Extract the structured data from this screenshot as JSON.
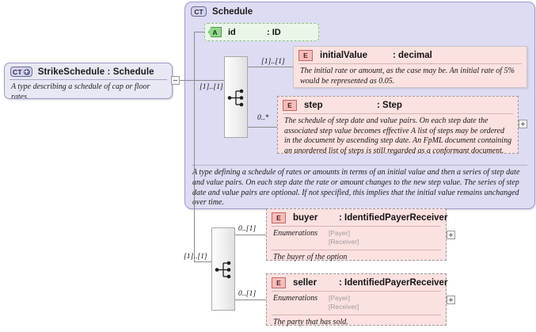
{
  "diagram": {
    "kind": "xsd-schema-diagram",
    "root": {
      "badge": "CT",
      "badge_icon": "complextype-plus-icon",
      "title": "StrikeSchedule : Schedule",
      "documentation": "A type describing a schedule of cap or floor rates.",
      "collapse_control": "−"
    },
    "container": {
      "badge": "CT",
      "title": "Schedule",
      "documentation": "A type defining a schedule of rates or amounts in terms of an initial value and then a series of step date and value pairs. On each step date the rate or amount changes to the new step value. The series of step date and value pairs are optional. If not specified, this implies that the initial value remains unchanged over time."
    },
    "attribute": {
      "badge": "A",
      "name": "id",
      "type": ": ID"
    },
    "compositors": [
      {
        "name": "sequence-compositor-schedule",
        "cardinality": "[1]..[1]"
      },
      {
        "name": "sequence-compositor-strikeschedule",
        "cardinality": "[1]..[1]"
      }
    ],
    "elements": [
      {
        "badge": "E",
        "name": "initialValue",
        "type": ": decimal",
        "cardinality": "[1]..[1]",
        "documentation": "The initial rate or amount, as the case may be. An initial rate of 5% would be represented as 0.05.",
        "style": "solid",
        "expander": null
      },
      {
        "badge": "E",
        "name": "step",
        "type": ": Step",
        "cardinality": "0..*",
        "documentation": "The schedule of step date and value pairs. On each step date the associated step value becomes effective A list of steps may be ordered in the document by ascending step date. An FpML document containing an unordered list of steps is still regarded as a conformant document.",
        "style": "dashed",
        "expander": "+"
      },
      {
        "badge": "E",
        "name": "buyer",
        "type": ": IdentifiedPayerReceiver",
        "cardinality": "0..[1]",
        "enum_label": "Enumerations",
        "enum_values": [
          "[Payer]",
          "[Receiver]"
        ],
        "documentation": "The buyer of the option",
        "style": "dashed",
        "expander": "+"
      },
      {
        "badge": "E",
        "name": "seller",
        "type": ": IdentifiedPayerReceiver",
        "cardinality": "0..[1]",
        "enum_label": "Enumerations",
        "enum_values": [
          "[Payer]",
          "[Receiver]"
        ],
        "documentation": "The party that has sold.",
        "style": "dashed",
        "expander": "+"
      }
    ],
    "colors": {
      "canvas": "#ffffff",
      "root_box": "#e8e8f5",
      "container_box": "#dedcf3",
      "element_box": "#fbe1e0",
      "attribute_box": "#eaf7e8",
      "line": "#8a8a8a"
    }
  }
}
